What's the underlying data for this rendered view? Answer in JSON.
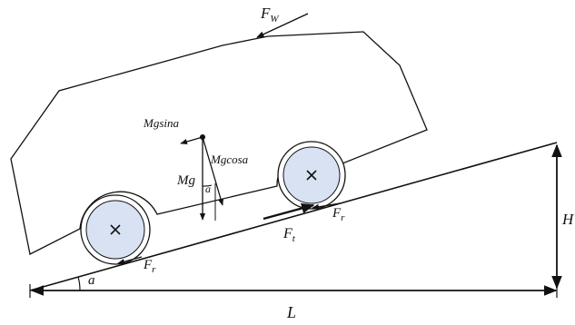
{
  "labels": {
    "wind_force": "F",
    "wind_force_sub": "W",
    "mg_sin": "Mgsina",
    "mg_cos": "Mgcosa",
    "mg": "Mg",
    "alpha_at_mass": "a",
    "traction_force": "F",
    "traction_force_sub": "t",
    "rolling_force_front": "F",
    "rolling_force_front_sub": "r",
    "rolling_force_rear": "F",
    "rolling_force_rear_sub": "r",
    "slope_angle": "a",
    "height": "H",
    "length": "L"
  },
  "colors": {
    "line": "#111111",
    "wheel_fill": "#d9e2f3",
    "background": "#ffffff"
  }
}
